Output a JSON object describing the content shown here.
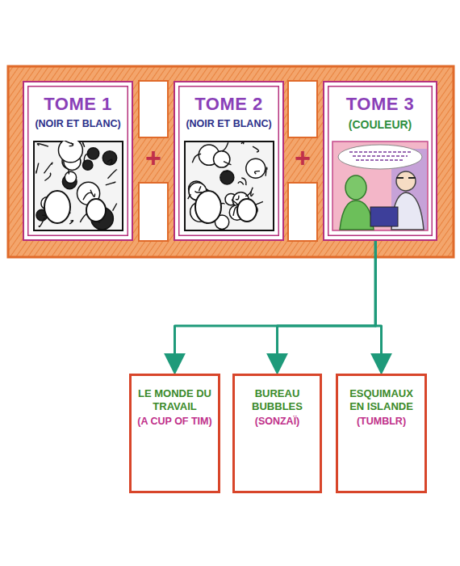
{
  "diagram": {
    "nodes": [
      {
        "text": [
          "TOME 1",
          "(NOIR ET BLANC)"
        ]
      },
      {
        "text": [
          "TOME 2",
          "(NOIR ET BLANC)"
        ]
      },
      {
        "text": [
          "TOME 3",
          "(COULEUR)"
        ]
      },
      {
        "text": [
          "LE MONDE DU TRAVAIL",
          "(A CUP OF TIM)"
        ]
      },
      {
        "text": [
          "BUREAU BUBBLES",
          "(SONZAÏ)"
        ]
      },
      {
        "text": [
          "ESQUIMAUX EN ISLANDE",
          "(TUMBLR)"
        ]
      }
    ],
    "edges": [
      {
        "from": 2,
        "to": 3,
        "arrow": "to"
      },
      {
        "from": 2,
        "to": 4,
        "arrow": "to"
      },
      {
        "from": 2,
        "to": 5,
        "arrow": "to"
      }
    ],
    "labels": [
      "+",
      "+"
    ]
  }
}
